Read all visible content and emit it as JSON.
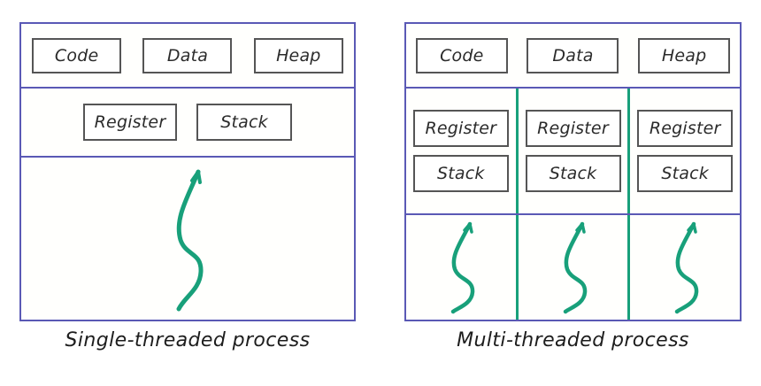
{
  "colors": {
    "process_border": "#5a59b5",
    "box_border": "#555555",
    "thread_green": "#18a07a",
    "text": "#2b2b2b",
    "background": "#ffffff"
  },
  "diagram": {
    "title": "",
    "panels": [
      {
        "id": "single-threaded",
        "caption": "Single-threaded process",
        "memory_segments": [
          "Code",
          "Data",
          "Heap"
        ],
        "context": {
          "register_label": "Register",
          "stack_label": "Stack"
        },
        "thread_count": 1,
        "threads": [
          {
            "label": "thread-squiggle"
          }
        ]
      },
      {
        "id": "multi-threaded",
        "caption": "Multi-threaded process",
        "memory_segments": [
          "Code",
          "Data",
          "Heap"
        ],
        "thread_count": 3,
        "threads": [
          {
            "register_label": "Register",
            "stack_label": "Stack",
            "label": "thread-squiggle"
          },
          {
            "register_label": "Register",
            "stack_label": "Stack",
            "label": "thread-squiggle"
          },
          {
            "register_label": "Register",
            "stack_label": "Stack",
            "label": "thread-squiggle"
          }
        ]
      }
    ]
  }
}
